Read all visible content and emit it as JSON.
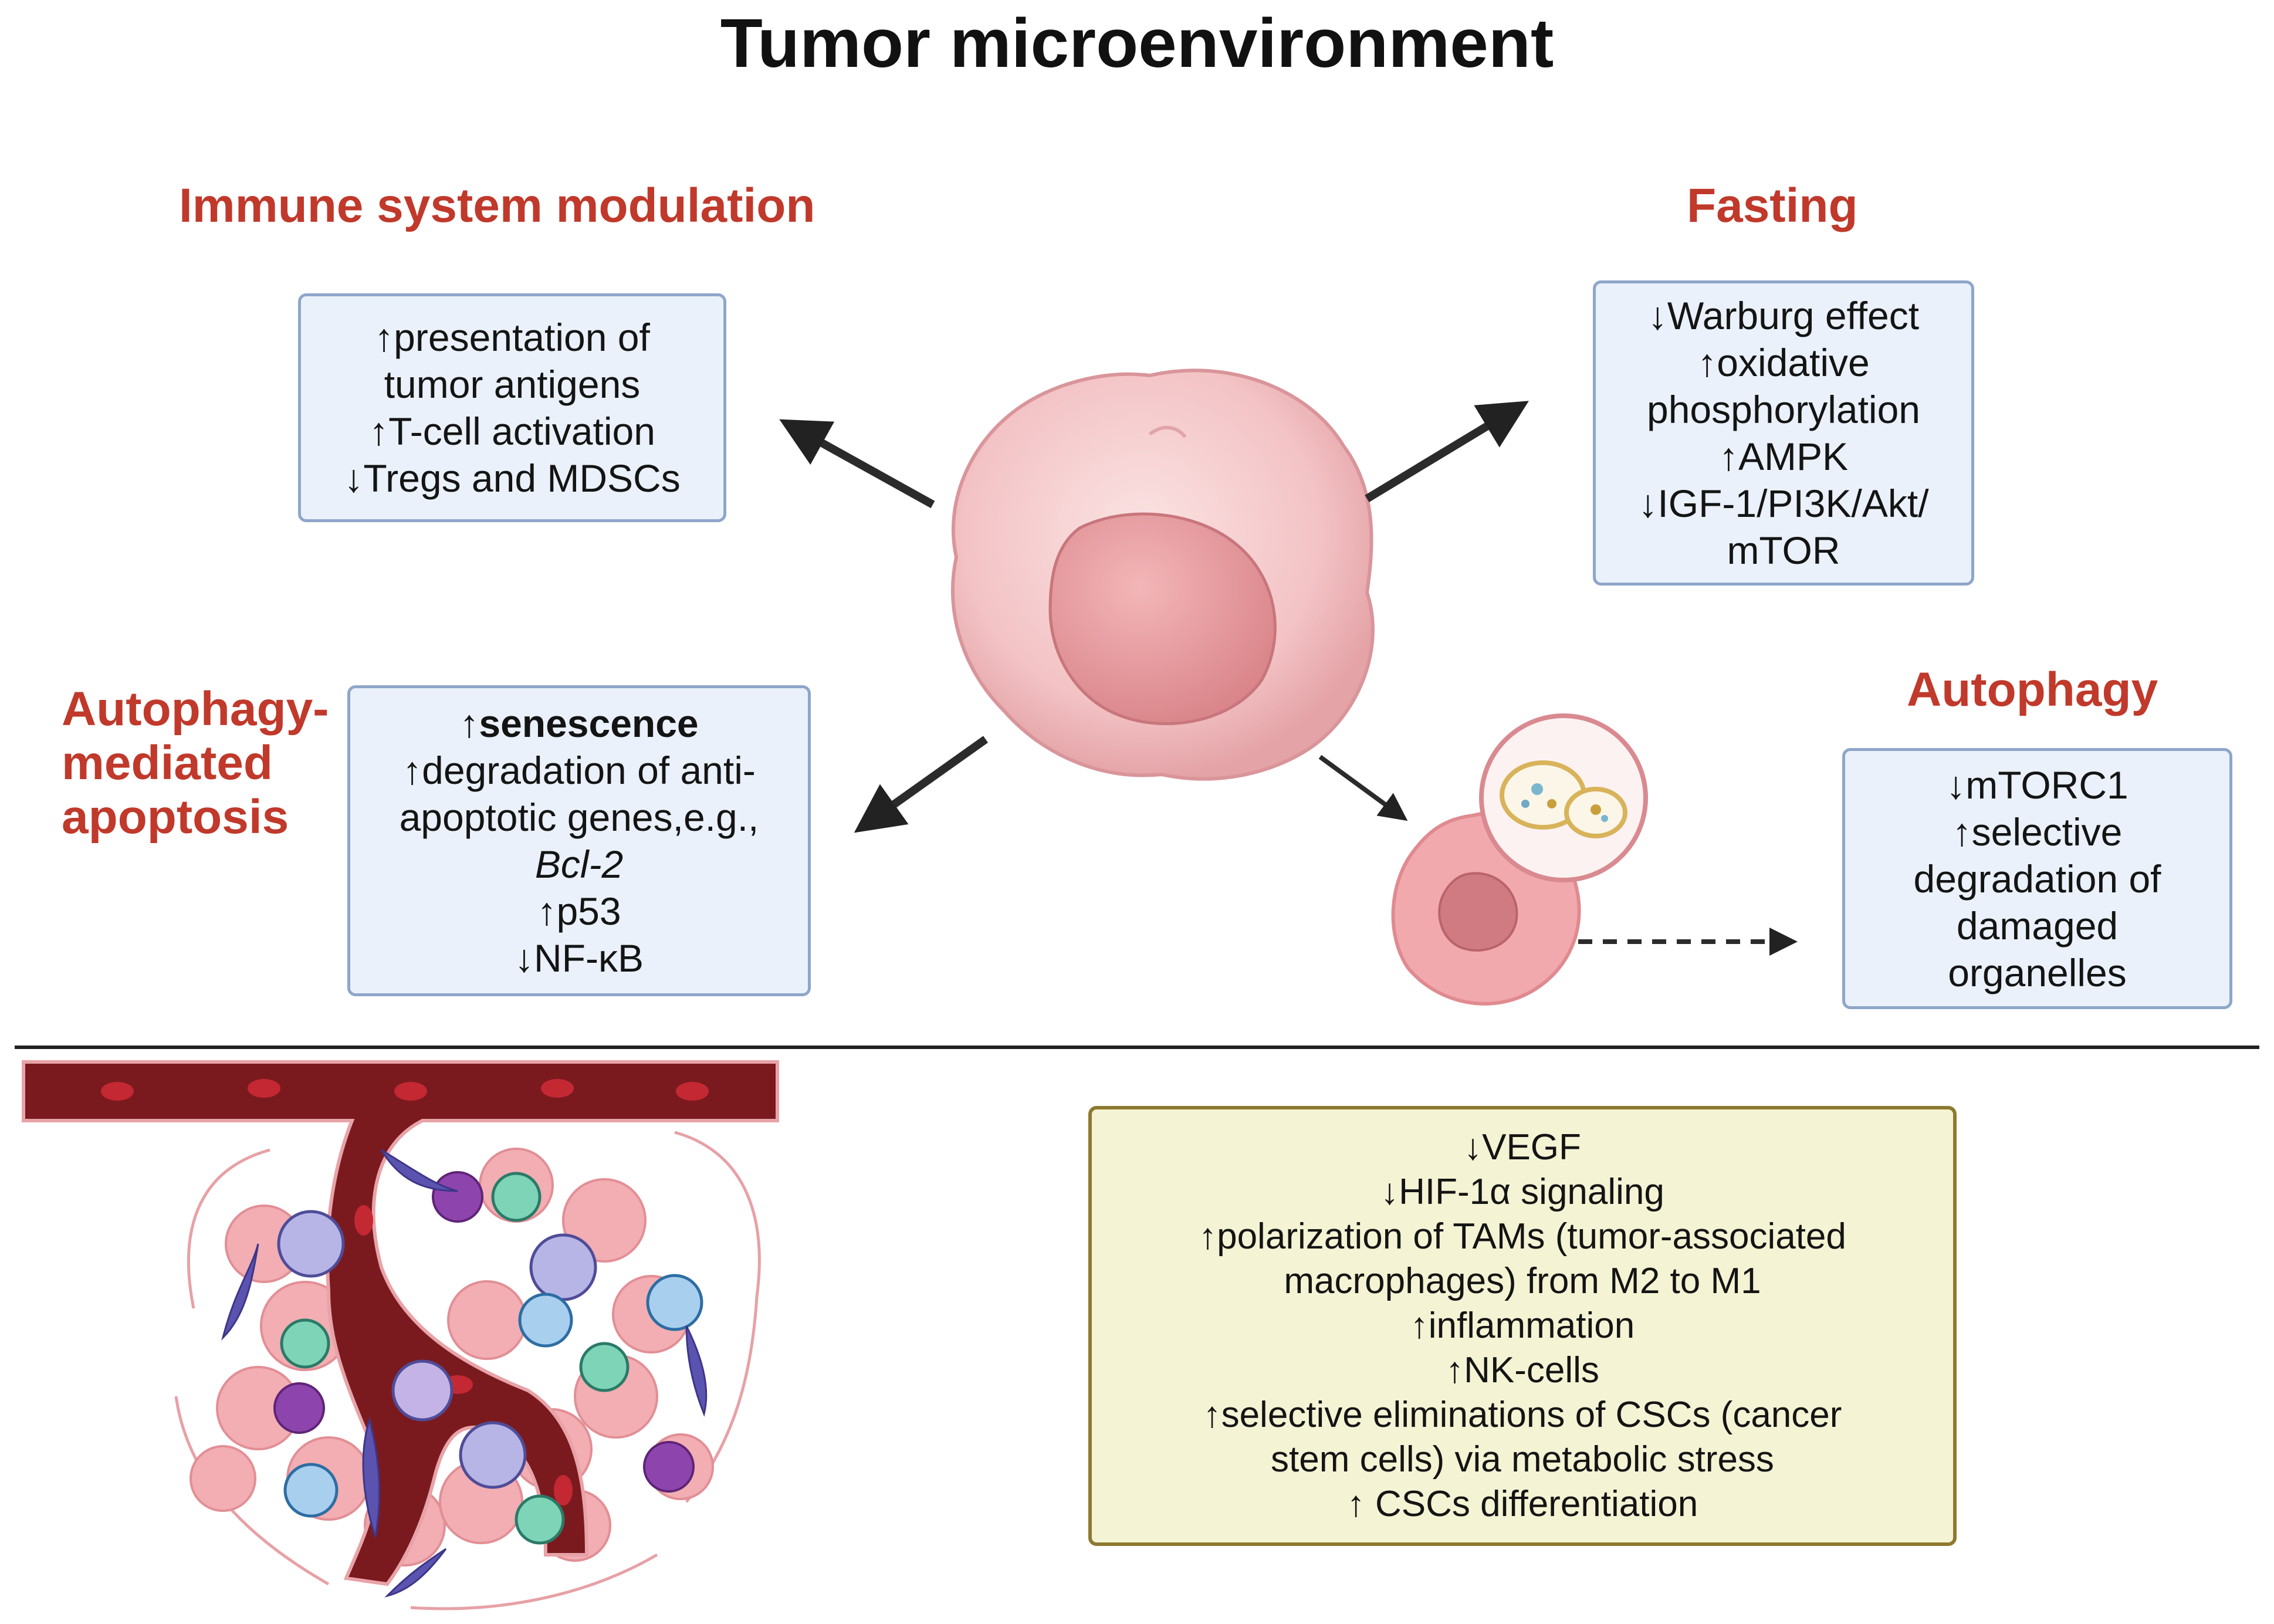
{
  "title": "Tumor microenvironment",
  "sections": {
    "immune": {
      "heading": "Immune system modulation",
      "lines": [
        "↑presentation of",
        "tumor antigens",
        "↑T-cell activation",
        "↓Tregs and MDSCs"
      ]
    },
    "fasting": {
      "heading": "Fasting",
      "lines": [
        "↓Warburg effect",
        "↑oxidative",
        "phosphorylation",
        "↑AMPK",
        "↓IGF-1/PI3K/Akt/",
        "mTOR"
      ]
    },
    "apoptosis": {
      "heading_lines": [
        "Autophagy-",
        "mediated",
        "apoptosis"
      ],
      "lines": [
        "↑senescence",
        "↑degradation of anti-",
        "apoptotic genes,e.g.,",
        "Bcl-2",
        "↑p53",
        "↓NF-κB"
      ]
    },
    "autophagy": {
      "heading": "Autophagy",
      "lines": [
        "↓mTORC1",
        "↑selective",
        "degradation of",
        "damaged",
        "organelles"
      ]
    },
    "tme": {
      "lines": [
        "↓VEGF",
        "↓HIF-1α signaling",
        "↑polarization of TAMs (tumor-associated",
        "macrophages) from M2 to M1",
        "↑inflammation",
        "↑NK-cells",
        "↑selective eliminations of CSCs (cancer",
        "stem cells) via metabolic stress",
        "↑ CSCs differentiation"
      ]
    }
  },
  "colors": {
    "heading_red": "#c0392b",
    "blue_box_fill": "#eaf1fa",
    "blue_box_border": "#8ea6c9",
    "yellow_box_fill": "#f4f3d4",
    "yellow_box_border": "#8d7930",
    "vessel": "#7a1a1e",
    "tumor_cell": "#f1b9bc"
  }
}
